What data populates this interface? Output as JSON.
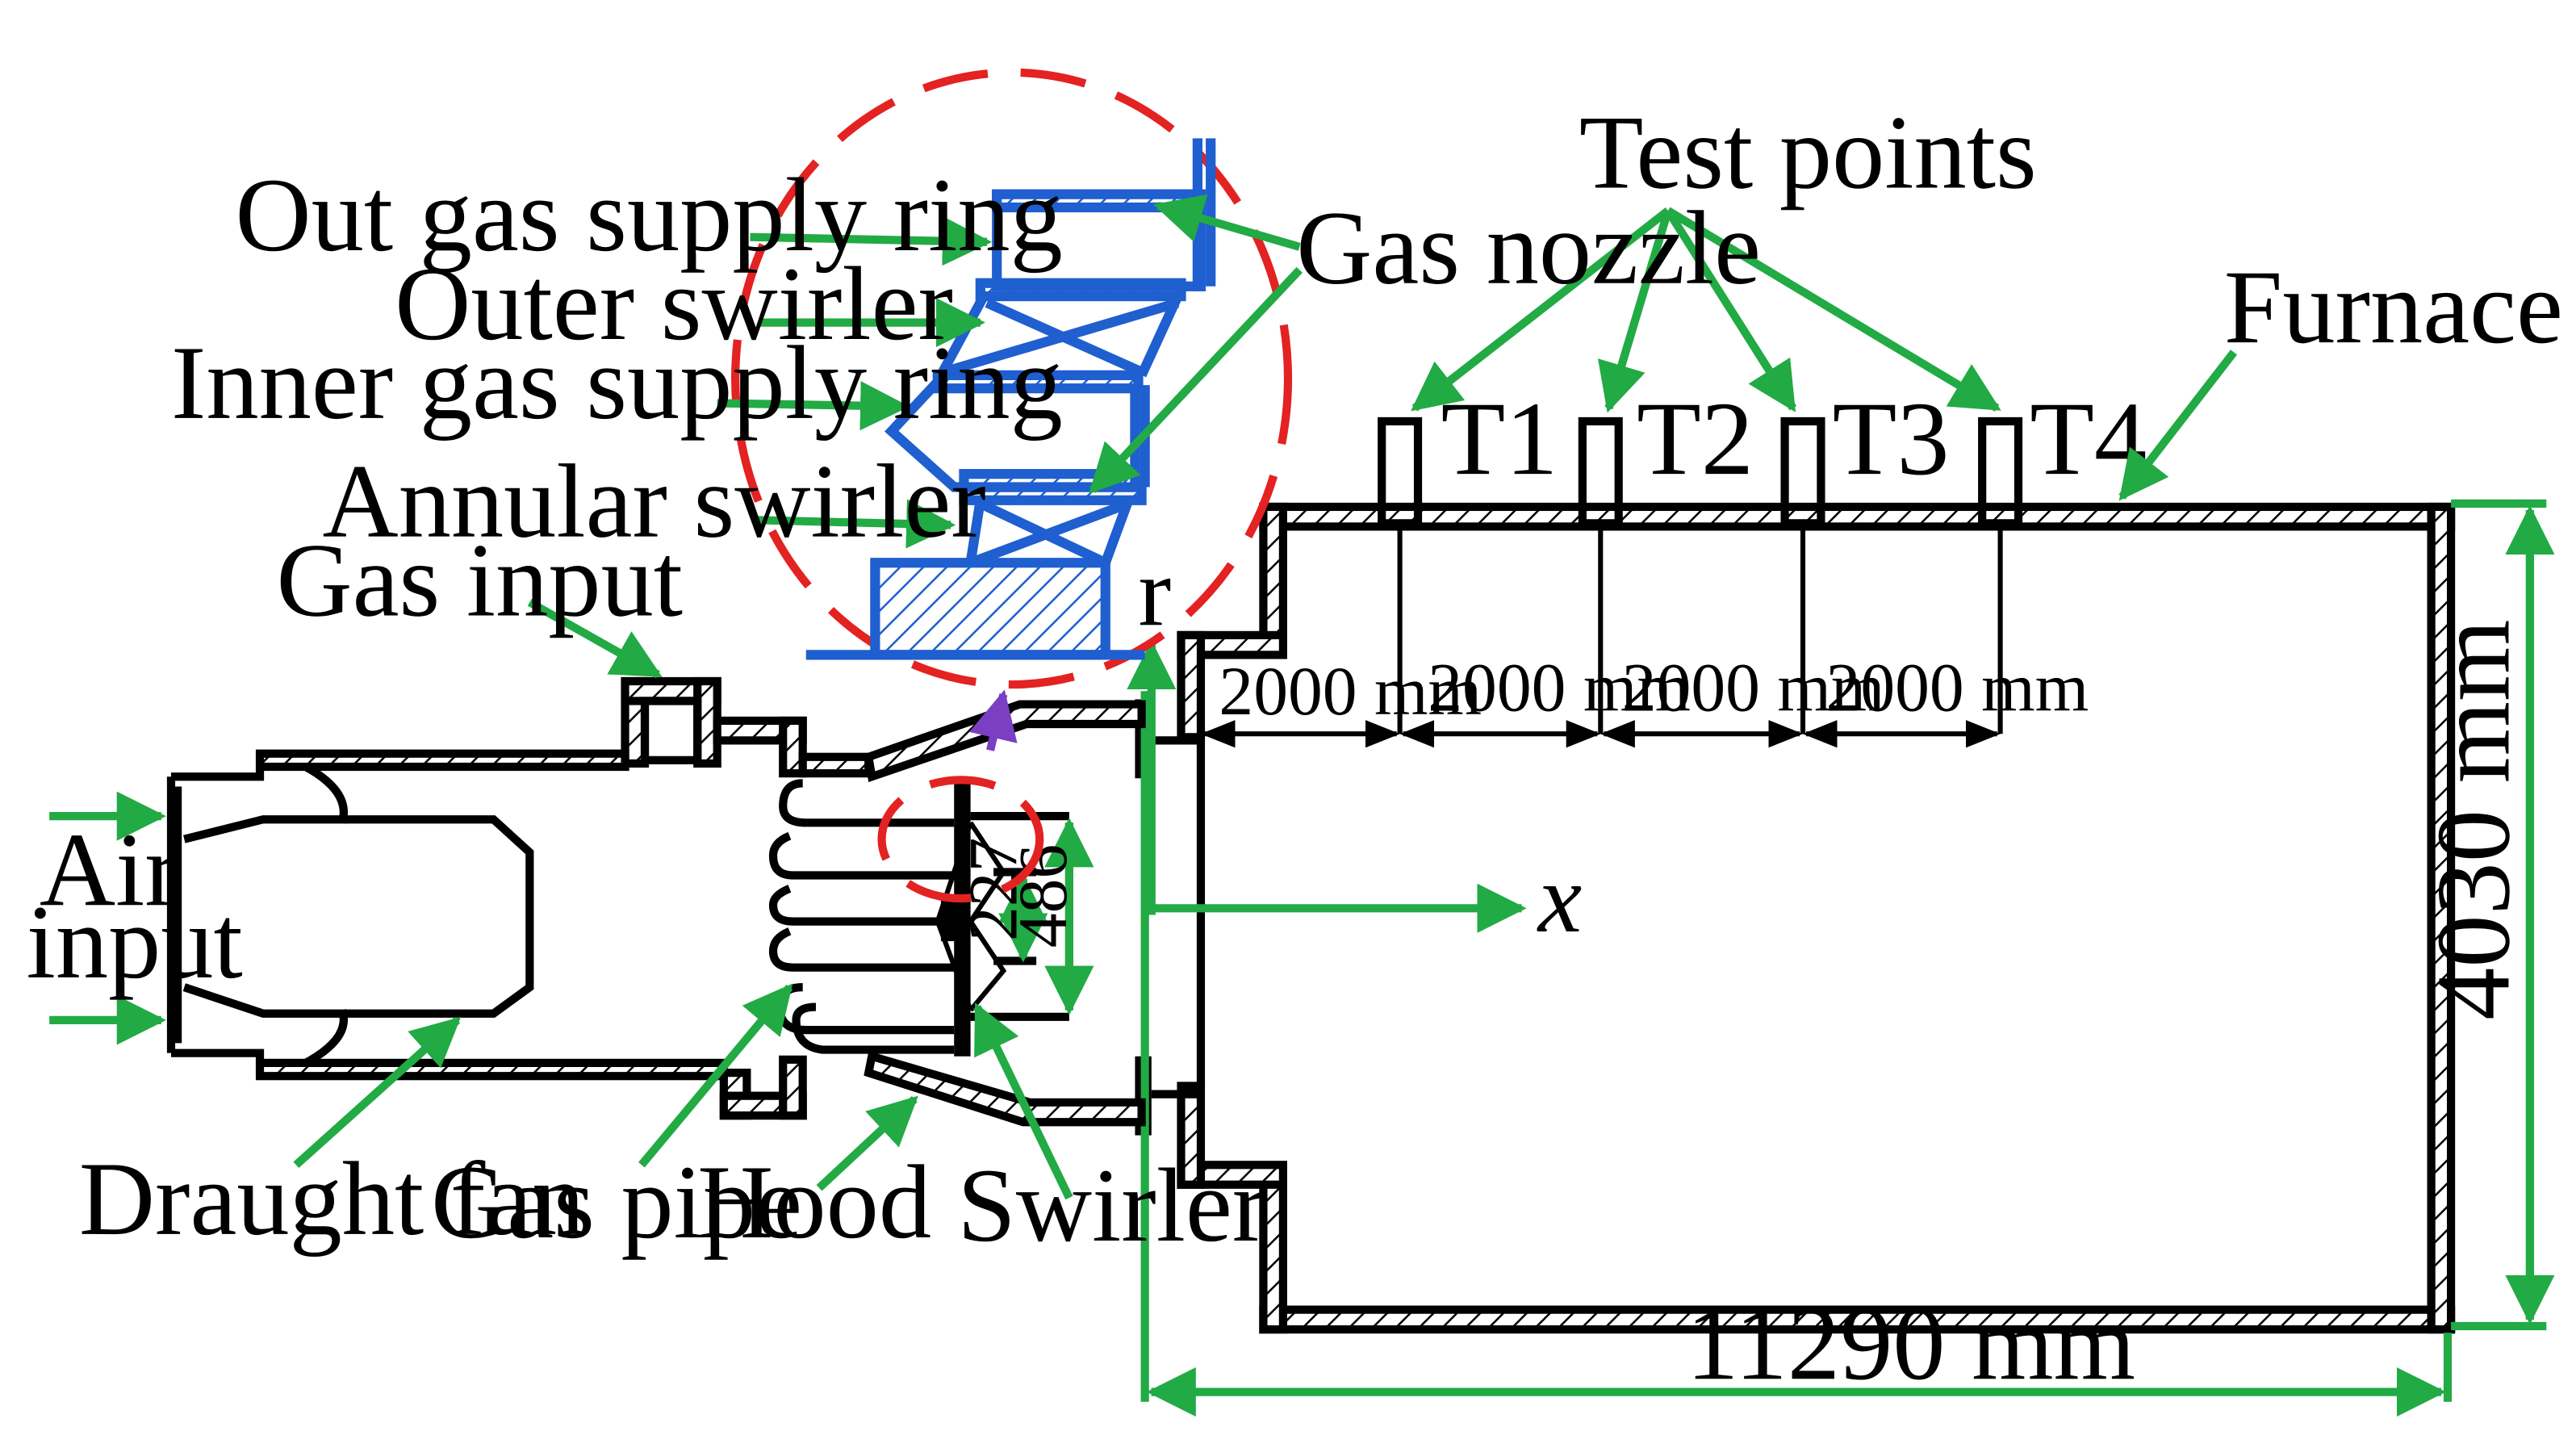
{
  "labels": {
    "out_gas_supply_ring": "Out gas supply ring",
    "outer_swirler": "Outer swirler",
    "inner_gas_supply_ring": "Inner gas supply ring",
    "annular_swirler": "Annular swirler",
    "gas_input": "Gas input",
    "gas_nozzle": "Gas nozzle",
    "test_points": "Test points",
    "furnace": "Furnace",
    "air_input_line1": "Air",
    "air_input_line2": "input",
    "draught_fan": "Draught fan",
    "gas_pipe": "Gas pipe",
    "hood": "Hood",
    "swirler": "Swirler"
  },
  "test_point_labels": [
    "T1",
    "T2",
    "T3",
    "T4"
  ],
  "dimensions": {
    "spacings": [
      "2000 mm",
      "2000 mm",
      "2000 mm",
      "2000 mm"
    ],
    "furnace_length": "11290 mm",
    "furnace_height": "4030 mm",
    "swirler_inner": "227",
    "swirler_outer": "486"
  },
  "axes": {
    "r": "r",
    "x": "x"
  },
  "colors": {
    "callout": "#22aa44",
    "detail_circle": "#e32222",
    "detail_drawing": "#1f5fcf",
    "flow_arrow": "#7a3fc2"
  }
}
